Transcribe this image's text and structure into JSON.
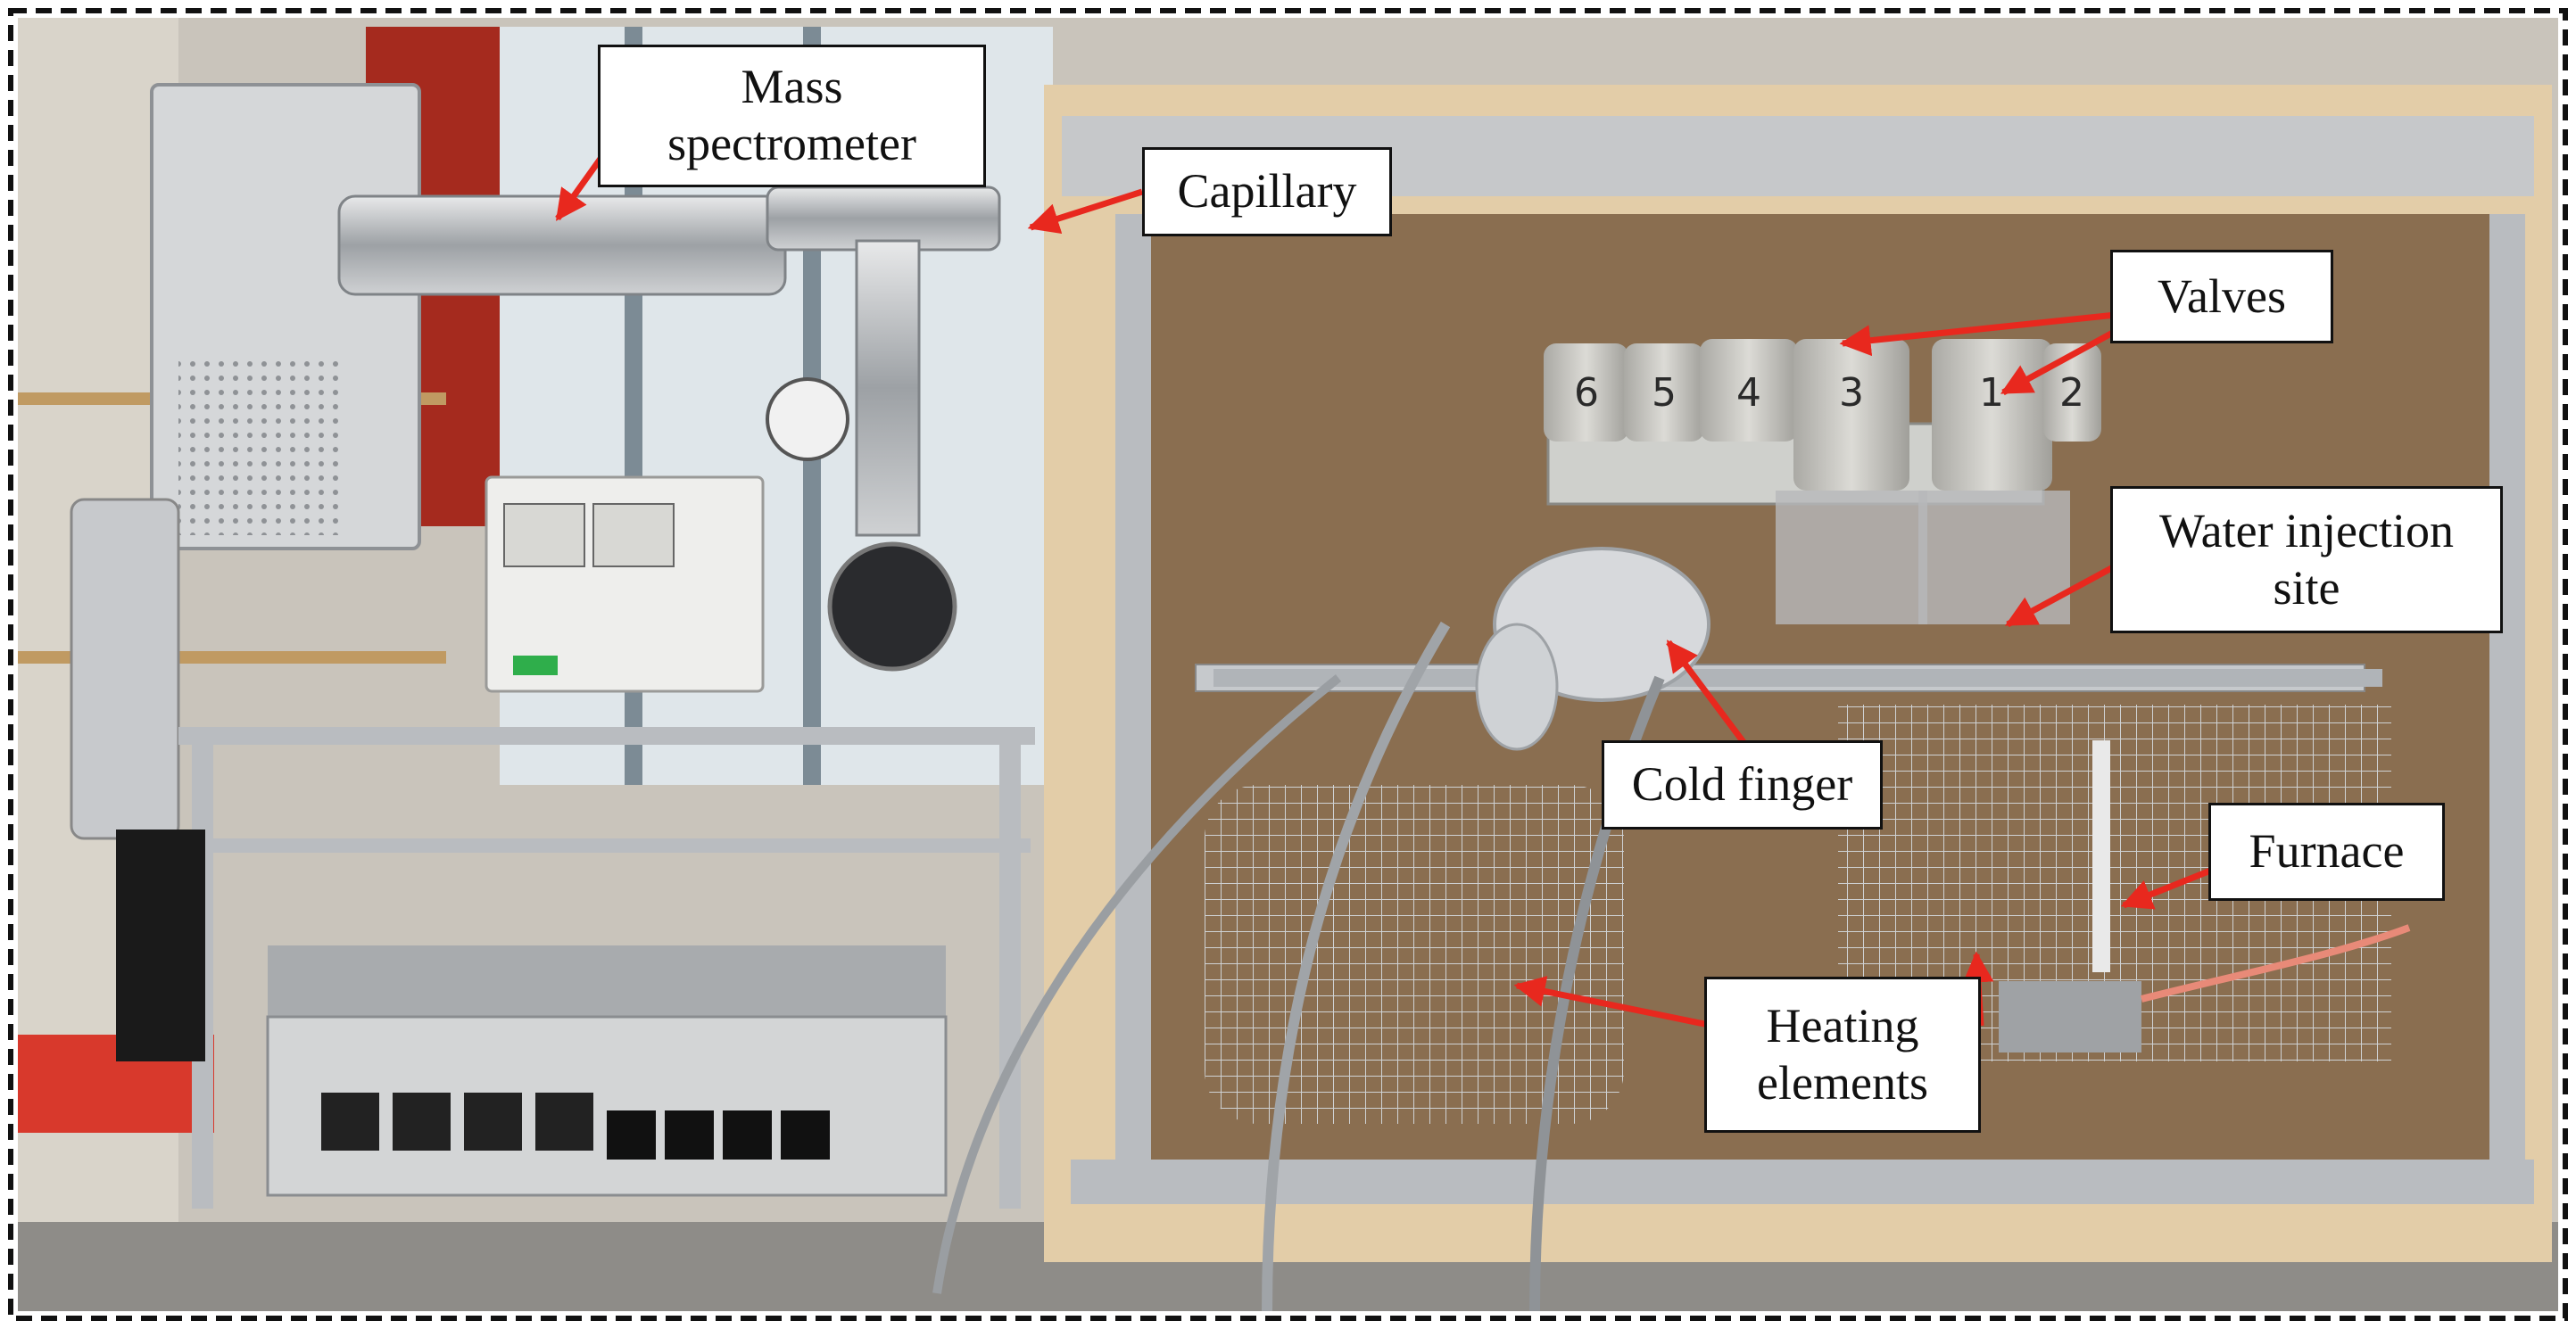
{
  "labels": {
    "mass_spectrometer": "Mass\nspectrometer",
    "capillary": "Capillary",
    "valves": "Valves",
    "water_injection_site": "Water injection\nsite",
    "cold_finger": "Cold finger",
    "furnace": "Furnace",
    "heating_elements": "Heating\nelements"
  },
  "valve_numbers": [
    "6",
    "5",
    "4",
    "3",
    "1",
    "2"
  ],
  "colors": {
    "arrow": "#e8281e",
    "frame_border": "#111111",
    "enclosure_board": "#e3cda8",
    "aluminium": "#b9bcc0",
    "wall": "#8a6e50"
  }
}
